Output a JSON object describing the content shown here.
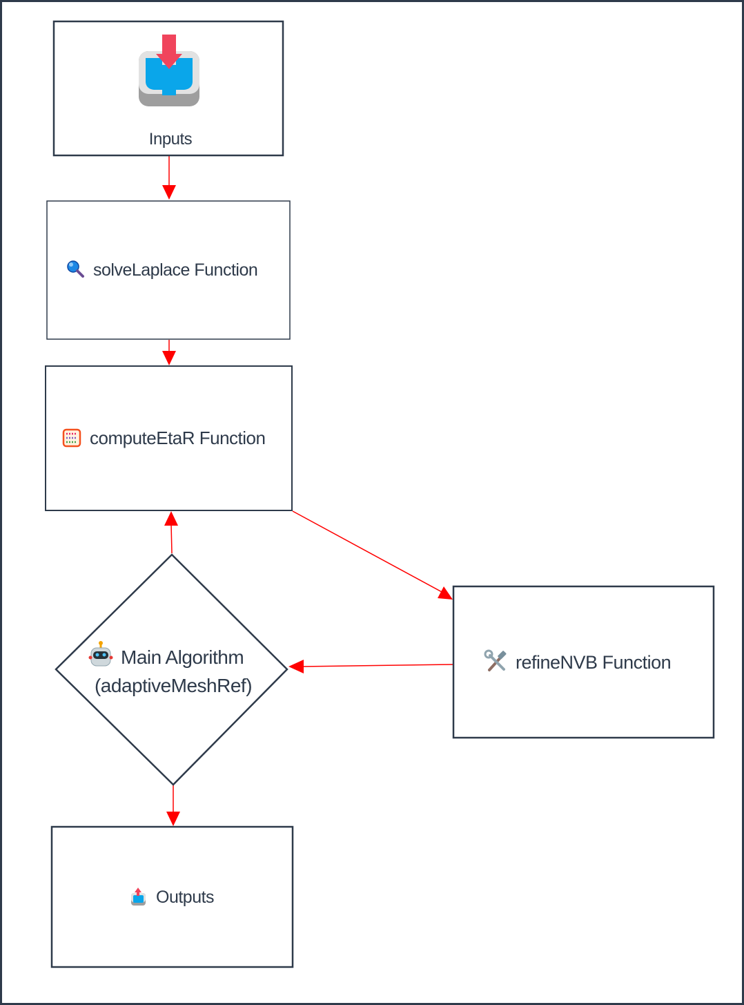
{
  "diagram": {
    "nodes": [
      {
        "id": "inputs",
        "shape": "rect",
        "icon": "inbox-download-icon",
        "label": "Inputs"
      },
      {
        "id": "solve",
        "shape": "rect",
        "icon": "magnifier-icon",
        "label": "solveLaplace Function"
      },
      {
        "id": "compute",
        "shape": "rect",
        "icon": "abacus-icon",
        "label": "computeEtaR Function"
      },
      {
        "id": "main",
        "shape": "diamond",
        "icon": "robot-icon",
        "label_line1": "Main Algorithm",
        "label_line2": "(adaptiveMeshRef)"
      },
      {
        "id": "refine",
        "shape": "rect",
        "icon": "hammer-wrench-icon",
        "label": "refineNVB Function"
      },
      {
        "id": "outputs",
        "shape": "rect",
        "icon": "outbox-upload-icon",
        "label": "Outputs"
      }
    ],
    "edges": [
      {
        "from": "inputs",
        "to": "solve"
      },
      {
        "from": "solve",
        "to": "compute"
      },
      {
        "from": "compute",
        "to": "refine"
      },
      {
        "from": "refine",
        "to": "main"
      },
      {
        "from": "main",
        "to": "compute"
      },
      {
        "from": "main",
        "to": "outputs"
      }
    ],
    "colors": {
      "node_stroke": "#2e3a4a",
      "edge": "#ff0000",
      "frame": "#2e3a4a"
    }
  }
}
